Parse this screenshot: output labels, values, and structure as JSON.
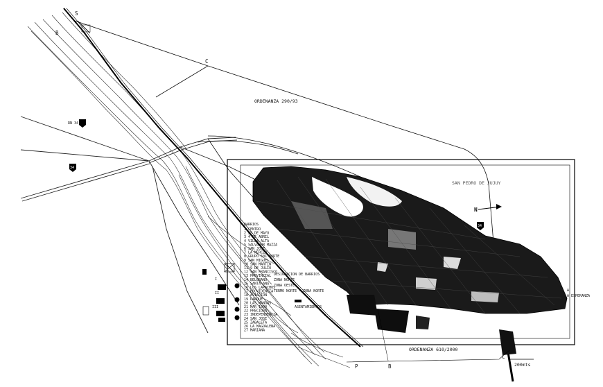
{
  "plan": {
    "ordinance_north": "ORDENANZA 290/93",
    "ordinance_south": "ORDENANZA 610/2000",
    "city_label": "SAN PEDRO DE JUJUY",
    "north_arrow": "N",
    "scale_label": "200mts",
    "route_labels": [
      "RN 34",
      "34",
      "34"
    ],
    "point_markers": [
      "B",
      "C",
      "P",
      "B",
      "C",
      "S"
    ],
    "east_label": "A ESPERANZA",
    "legend_heading": "BARRIOS",
    "legend_items": [
      "1 CENTRO",
      "2 25 DE MAYO",
      "3 4 DE ABRIL",
      "4 VILLA ALTA",
      "5 SALVADOR MAZZA",
      "6 SAN JOSE",
      "7 LA MERCED",
      "8 GRUPO 501 NORTE",
      "9 SAN MIGUEL",
      "10 SAN MARTIN",
      "11 9 DE JULIO",
      "12 SAN FRANCISCO",
      "13 PROVINCIAL",
      "14 BELGRANO",
      "15 SANTA ANA",
      "16 LOS LAPACHOS",
      "17 PROVIDENCIA",
      "18 AVIACION",
      "19 PARQUE",
      "20 LAS MANGAS",
      "21 MAR 1000",
      "22 PRECIOSA",
      "23 INDEPENDENCIA",
      "24 SAN JOSE",
      "25 ZABALETA",
      "26 LA MAGDALENA",
      "27 MARIANA"
    ],
    "zone_legend": [
      "DESIGNACION DE BARRIOS",
      "ZONA NORTE",
      "ZONA OESTE",
      "TERMO NORTE - ZONA NORTE",
      "BARRIOS",
      "ASENTAMIENTOS"
    ]
  }
}
